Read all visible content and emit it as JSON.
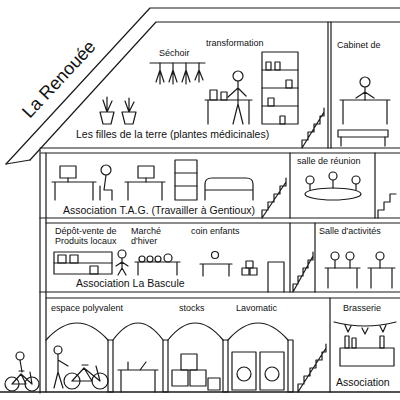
{
  "diagram": {
    "title": "La Renouée",
    "nodes": [
      {
        "text": [
          "Les filles de la terre (plantes médicinales)"
        ]
      },
      {
        "text": [
          "Association T.A.G. (Travailler à Gentioux)"
        ]
      },
      {
        "text": [
          "Association La Bascule"
        ]
      },
      {
        "text": [
          "Association"
        ]
      }
    ],
    "labels": [
      "Séchoir",
      "transformation",
      "Cabinet de",
      "salle de réunion",
      "Dépôt-vente de Produits locaux",
      "Marché d'hiver",
      "coin enfants",
      "Salle d'activités",
      "espace polyvalent",
      "stocks",
      "Lavomatic",
      "Brasserie"
    ]
  }
}
